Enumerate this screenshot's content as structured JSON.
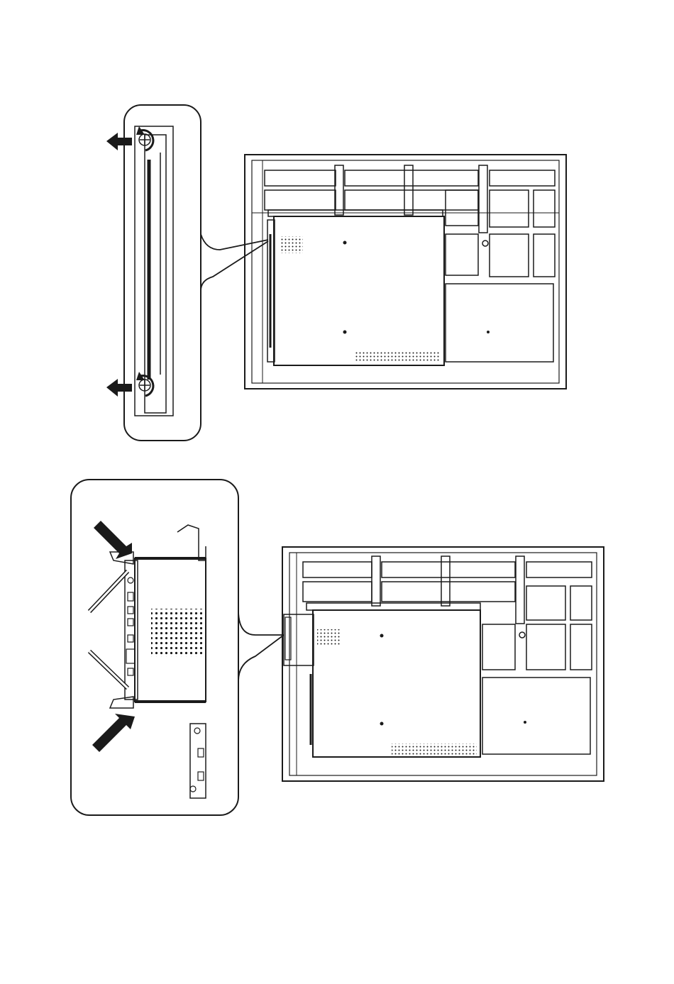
{
  "page": {
    "background": "#ffffff",
    "line_color": "#1a1a1a",
    "arrow_color": "#1a1a1a"
  },
  "figures": [
    {
      "id": "remove-ops-module",
      "description_icons": [
        "unscrew-arrow-icon",
        "pull-arrow-icon"
      ],
      "steps": [
        "loosen-screws",
        "pull-module-out"
      ]
    },
    {
      "id": "insert-ops-module",
      "description_icons": [
        "push-arrow-icon",
        "antenna-icon"
      ],
      "steps": [
        "push-module-in"
      ]
    }
  ]
}
